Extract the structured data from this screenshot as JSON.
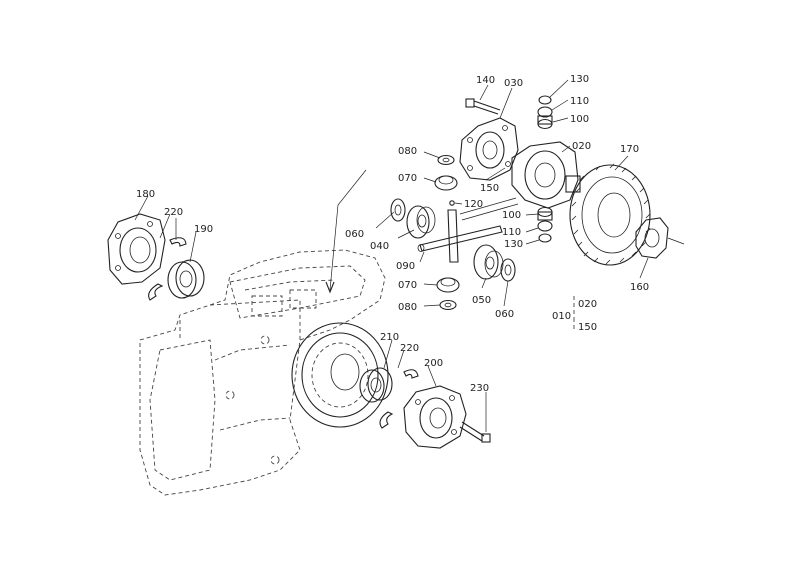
{
  "diagram": {
    "labels": {
      "p010": "010",
      "p020_a": "020",
      "p020_b": "020",
      "p030": "030",
      "p040": "040",
      "p050": "050",
      "p060_a": "060",
      "p060_b": "060",
      "p070_a": "070",
      "p070_b": "070",
      "p080_a": "080",
      "p080_b": "080",
      "p090": "090",
      "p100_a": "100",
      "p100_b": "100",
      "p110_a": "110",
      "p110_b": "110",
      "p120": "120",
      "p130_a": "130",
      "p130_b": "130",
      "p140": "140",
      "p150_a": "150",
      "p150_b": "150",
      "p160": "160",
      "p170": "170",
      "p180": "180",
      "p190": "190",
      "p200": "200",
      "p210": "210",
      "p220_a": "220",
      "p220_b": "220",
      "p230": "230"
    }
  }
}
